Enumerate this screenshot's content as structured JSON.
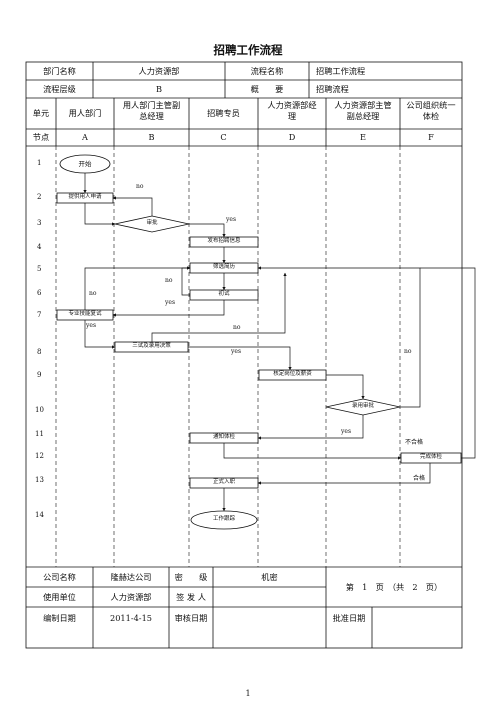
{
  "title": "招聘工作流程",
  "header": {
    "dept_label": "部门名称",
    "dept_value": "人力资源部",
    "flow_name_label": "流程名称",
    "flow_name_value": "招聘工作流程",
    "level_label": "流程层级",
    "level_value": "B",
    "summary_label": "概　　要",
    "summary_value": "招聘流程"
  },
  "columns": {
    "unit_label": "单元",
    "node_label": "节点",
    "units": [
      "用人部门",
      "用人部门主管副总经理",
      "招聘专员",
      "人力资源部经理",
      "人力资源部主管副总经理",
      "公司组织统一体检"
    ],
    "nodes": [
      "A",
      "B",
      "C",
      "D",
      "E",
      "F"
    ]
  },
  "rows": [
    "1",
    "2",
    "3",
    "4",
    "5",
    "6",
    "7",
    "8",
    "9",
    "10",
    "11",
    "12",
    "13",
    "14"
  ],
  "steps": {
    "start": "开始",
    "submit": "提供用人申请",
    "approve": "审批",
    "publish": "发布招聘信息",
    "screen": "筛选简历",
    "first_interview": "初试",
    "retest": "专业技能复试",
    "third": "三试及录用决策",
    "salary": "核定岗位及薪资",
    "hire_approve": "录用审批",
    "notify": "通知体检",
    "checkup": "完成体检",
    "onboard": "正式入职",
    "track": "工作跟踪"
  },
  "labels": {
    "no": "no",
    "yes": "yes",
    "fail": "不合格",
    "pass": "合格"
  },
  "footer": {
    "company_label": "公司名称",
    "company_value": "隆赫达公司",
    "secret_label": "密　　级",
    "secret_value": "机密",
    "page_label": "第　1　页　（共　2　页）",
    "unit_label": "使用单位",
    "unit_value": "人力资源部",
    "signer_label": "签 发 人",
    "date_label": "编制日期",
    "date_value": "2011-4-15",
    "review_label": "审核日期",
    "approve_label": "批准日期"
  },
  "page_number": "1"
}
